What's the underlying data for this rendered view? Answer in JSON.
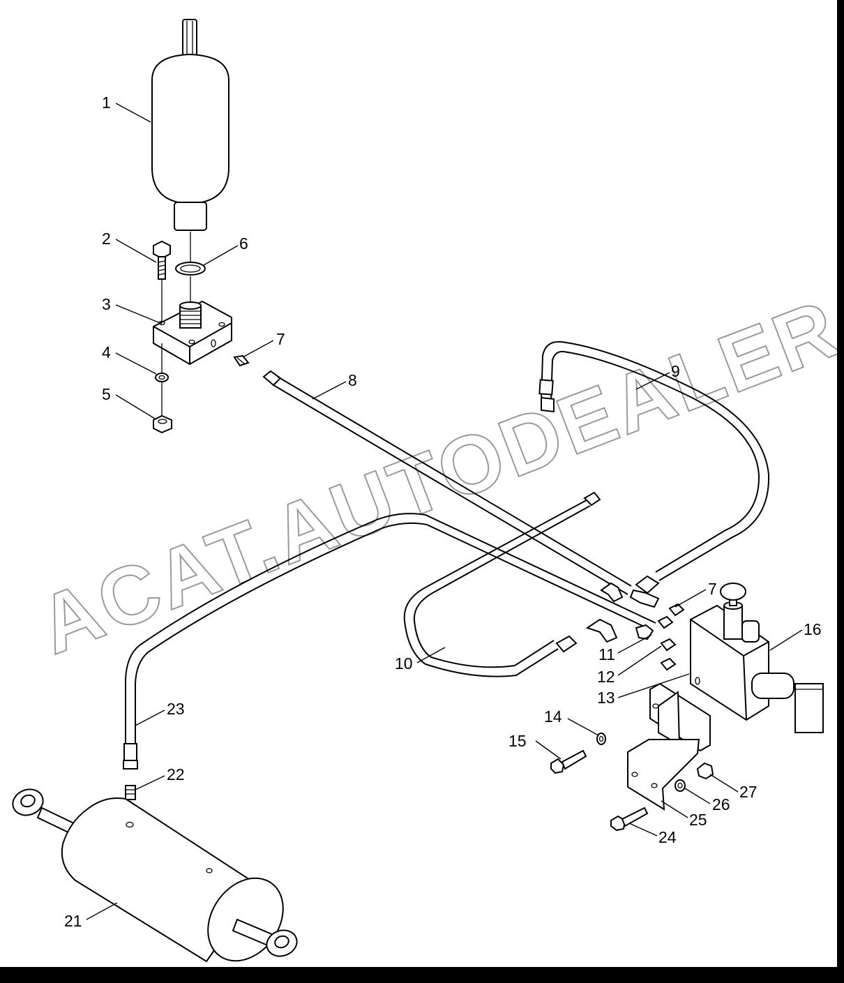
{
  "watermark": "ACAT.AUTODEALER.RU",
  "callouts": [
    {
      "id": "c1",
      "label": "1"
    },
    {
      "id": "c2",
      "label": "2"
    },
    {
      "id": "c3",
      "label": "3"
    },
    {
      "id": "c4",
      "label": "4"
    },
    {
      "id": "c5",
      "label": "5"
    },
    {
      "id": "c6",
      "label": "6"
    },
    {
      "id": "c7a",
      "label": "7"
    },
    {
      "id": "c8",
      "label": "8"
    },
    {
      "id": "c9",
      "label": "9"
    },
    {
      "id": "c7b",
      "label": "7"
    },
    {
      "id": "c16",
      "label": "16"
    },
    {
      "id": "c10",
      "label": "10"
    },
    {
      "id": "c11",
      "label": "11"
    },
    {
      "id": "c12",
      "label": "12"
    },
    {
      "id": "c13",
      "label": "13"
    },
    {
      "id": "c14",
      "label": "14"
    },
    {
      "id": "c15",
      "label": "15"
    },
    {
      "id": "c23",
      "label": "23"
    },
    {
      "id": "c22",
      "label": "22"
    },
    {
      "id": "c27",
      "label": "27"
    },
    {
      "id": "c26",
      "label": "26"
    },
    {
      "id": "c25",
      "label": "25"
    },
    {
      "id": "c24",
      "label": "24"
    },
    {
      "id": "c21",
      "label": "21"
    }
  ],
  "colors": {
    "line": "#000000",
    "watermark": "#9a9a9a",
    "background": "#ffffff"
  }
}
